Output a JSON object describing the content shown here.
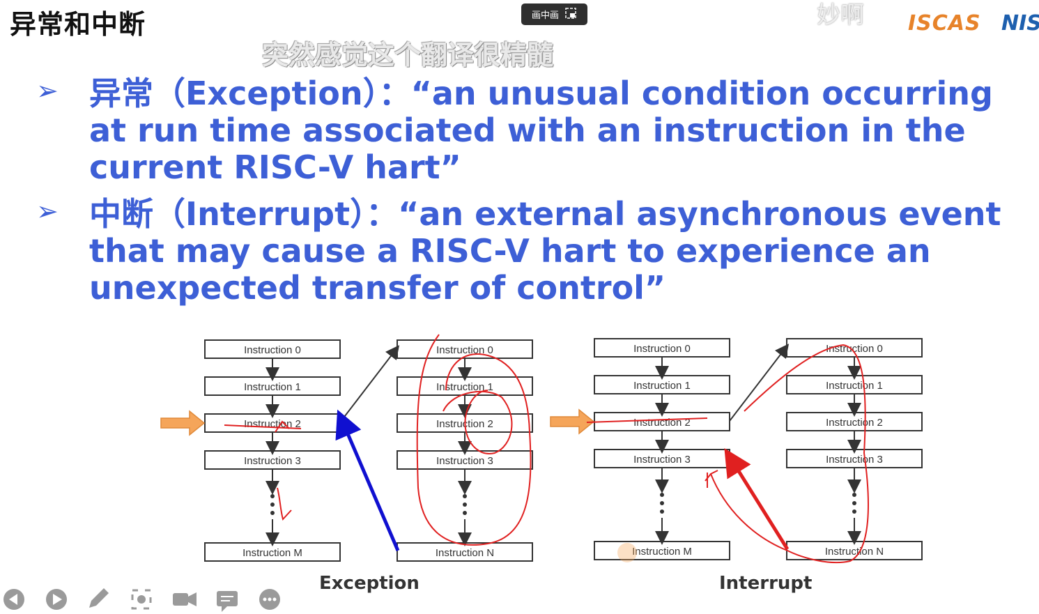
{
  "slide_title": "异常和中断",
  "pip_button": {
    "label": "画中画"
  },
  "subtitle_danmaku": "突然感觉这个翻译很精髓",
  "corner_danmaku": "妙啊",
  "logos": {
    "iscas": "ISCAS",
    "nis": "NIS"
  },
  "bullets": [
    {
      "marker": "➢",
      "text": "异常（Exception）：“an unusual condition occurring at run time associated with an instruction in the current RISC-V hart”"
    },
    {
      "marker": "➢",
      "text": "中断（Interrupt）：“an external asynchronous event that may cause a RISC-V hart to experience an unexpected transfer of control”"
    }
  ],
  "exception_diagram": {
    "caption": "Exception",
    "left_column": [
      "Instruction 0",
      "Instruction 1",
      "Instruction 2",
      "Instruction 3",
      "Instruction M"
    ],
    "right_column": [
      "Instruction 0",
      "Instruction 1",
      "Instruction 2",
      "Instruction 3",
      "Instruction N"
    ]
  },
  "interrupt_diagram": {
    "caption": "Interrupt",
    "left_column": [
      "Instruction 0",
      "Instruction 1",
      "Instruction 2",
      "Instruction 3",
      "Instruction M"
    ],
    "right_column": [
      "Instruction 0",
      "Instruction 1",
      "Instruction 2",
      "Instruction 3",
      "Instruction N"
    ]
  },
  "toolbar": {
    "icons": [
      "prev-icon",
      "play-icon",
      "pen-icon",
      "focus-icon",
      "camera-icon",
      "comment-icon",
      "more-icon"
    ]
  },
  "colors": {
    "bullet_blue": "#3d5fd6",
    "orange_arrow": "#f5a55a",
    "red_ink": "#e02020",
    "blue_arrow": "#1010d0"
  }
}
